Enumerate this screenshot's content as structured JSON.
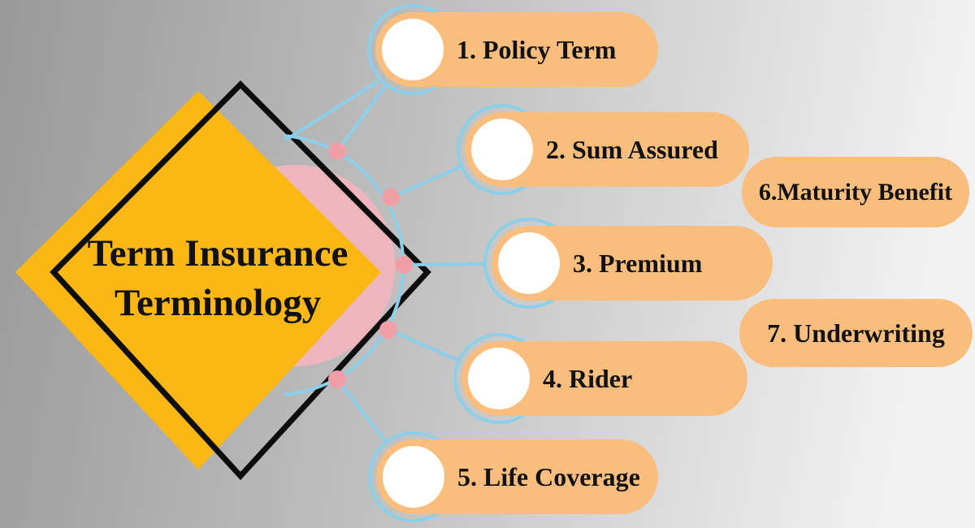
{
  "diagram": {
    "title": {
      "line1": "Term Insurance",
      "line2": "Terminology"
    },
    "items": [
      {
        "id": 1,
        "label": "1. Policy Term"
      },
      {
        "id": 2,
        "label": "2. Sum Assured"
      },
      {
        "id": 3,
        "label": "3. Premium"
      },
      {
        "id": 4,
        "label": "4. Rider"
      },
      {
        "id": 5,
        "label": "5. Life Coverage"
      },
      {
        "id": 6,
        "label": "6.Maturity Benefit"
      },
      {
        "id": 7,
        "label": "7. Underwriting"
      }
    ],
    "colors": {
      "pill_orange": "#F9BE7D",
      "diamond_yellow": "#FBB713",
      "outline_black": "#0D0D0D",
      "network_blue": "#8BCFE8",
      "node_pink": "#F19FA6",
      "halo_pink": "#EFB5BC",
      "background_left": "#999999",
      "background_right": "#F2F2F2",
      "text": "#111111"
    }
  }
}
